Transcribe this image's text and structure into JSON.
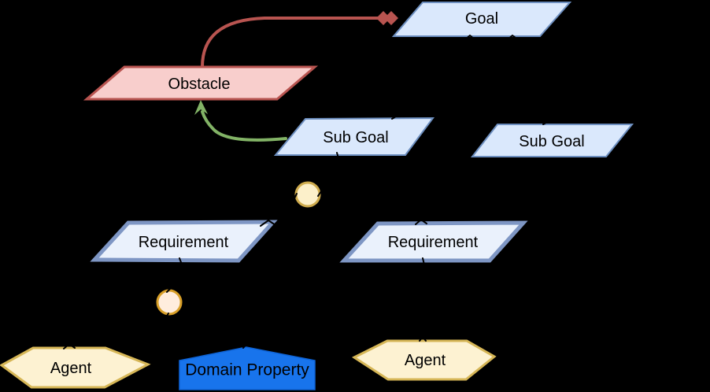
{
  "diagram": {
    "kind": "goal-model-diagram",
    "background": "#000000"
  },
  "nodes": {
    "goal": {
      "label": "Goal"
    },
    "obstacle": {
      "label": "Obstacle"
    },
    "subgoal1": {
      "label": "Sub Goal"
    },
    "subgoal2": {
      "label": "Sub Goal"
    },
    "requirement1": {
      "label": "Requirement"
    },
    "requirement2": {
      "label": "Requirement"
    },
    "agent1": {
      "label": "Agent"
    },
    "agent2": {
      "label": "Agent"
    },
    "domain_property": {
      "label": "Domain Property"
    },
    "refinement_circle1": {
      "label": ""
    },
    "refinement_circle2": {
      "label": ""
    }
  },
  "colors": {
    "goal_fill": "#dae8fc",
    "goal_stroke": "#6c8ebf",
    "obstacle_fill": "#f8cecc",
    "obstacle_stroke": "#b85450",
    "requirement_fill": "#eaf1fc",
    "requirement_stroke": "#7e96c4",
    "agent_fill": "#fdf2d2",
    "agent_stroke": "#d6b656",
    "circle1_fill": "#fcf0ca",
    "circle1_stroke": "#cfac4e",
    "circle2_fill": "#ffeddd",
    "circle2_stroke": "#d89f27",
    "domain_fill": "#1874ec",
    "domain_stroke": "#0e63d6",
    "domain_text": "#f2f2f2",
    "obstruction_edge": "#b85450",
    "resolution_edge": "#82b366",
    "connector": "#000000"
  }
}
